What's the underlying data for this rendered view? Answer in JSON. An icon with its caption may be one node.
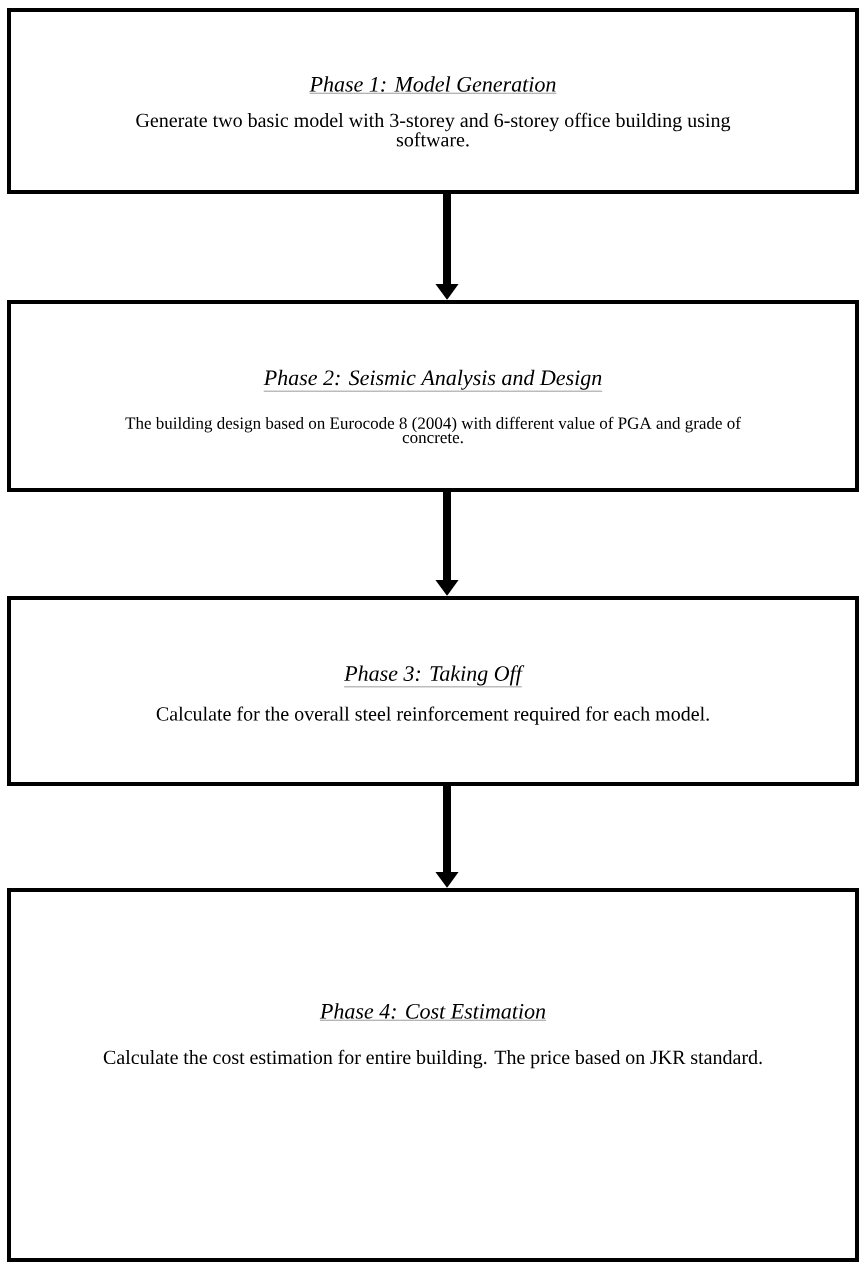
{
  "diagram": {
    "nodes": [
      {
        "text": [
          "Phase 1: Model Generation",
          "Generate two basic model with 3-storey and 6-storey office building using software."
        ]
      },
      {
        "text": [
          "Phase 2: Seismic Analysis and Design",
          "The building design based on Eurocode 8 (2004) with different value of PGA and grade of concrete."
        ]
      },
      {
        "text": [
          "Phase 3: Taking Off",
          "Calculate for the overall steel reinforcement required for each model."
        ]
      },
      {
        "text": [
          "Phase 4: Cost Estimation",
          "Calculate the cost estimation for entire building. The price based on JKR standard."
        ]
      }
    ],
    "edges": [
      {
        "from": 0,
        "to": 1,
        "arrow": "to"
      },
      {
        "from": 1,
        "to": 2,
        "arrow": "to"
      },
      {
        "from": 2,
        "to": 3,
        "arrow": "to"
      }
    ]
  }
}
